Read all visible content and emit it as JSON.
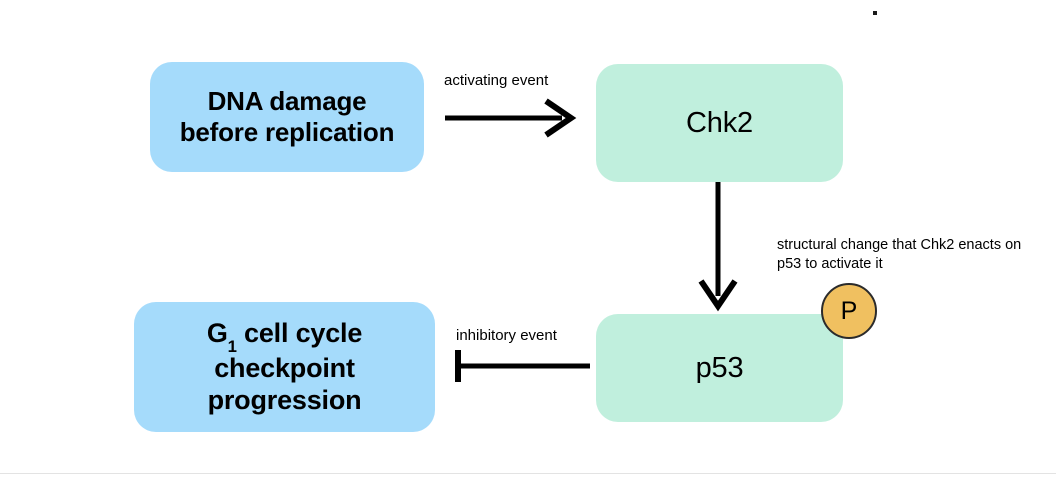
{
  "diagram": {
    "title": "Chk2 / p53 G1 checkpoint signaling diagram",
    "nodes": [
      {
        "id": "dna-damage",
        "line1": "DNA damage",
        "line2": "before replication",
        "fill": "#a5dbfb",
        "shape": "rounded-rectangle"
      },
      {
        "id": "chk2",
        "label": "Chk2",
        "fill": "#c0efdd",
        "shape": "rounded-rectangle"
      },
      {
        "id": "g1-checkpoint",
        "line1_prefix": "G",
        "line1_subscript": "1",
        "line1_suffix": " cell cycle",
        "line2": "checkpoint",
        "line3": "progression",
        "fill": "#a5dbfb",
        "shape": "rounded-rectangle"
      },
      {
        "id": "p53",
        "label": "p53",
        "fill": "#c0efdd",
        "shape": "rounded-rectangle"
      }
    ],
    "edges": [
      {
        "id": "dna-damage-to-chk2",
        "label": "activating event",
        "kind": "arrow",
        "from": "dna-damage",
        "to": "chk2"
      },
      {
        "id": "chk2-to-p53",
        "label": "",
        "kind": "arrow",
        "from": "chk2",
        "to": "p53"
      },
      {
        "id": "p53-to-g1-checkpoint",
        "label": "inhibitory event",
        "kind": "inhibition-bar",
        "from": "p53",
        "to": "g1-checkpoint"
      }
    ],
    "badge": {
      "id": "phospho",
      "label": "P",
      "fill": "#f0c060",
      "stroke": "#2b2b2b"
    },
    "annotation": {
      "id": "structural-change",
      "line1": "structural change that Chk2 enacts",
      "line2": "on p53 to activate it"
    },
    "marks": {
      "stray_dot": "·"
    },
    "colors": {
      "blue": "#a5dbfb",
      "green": "#c0efdd",
      "amber": "#f0c060",
      "ink": "#000000",
      "rule": "#e3e3e3",
      "background": "#ffffff"
    }
  }
}
